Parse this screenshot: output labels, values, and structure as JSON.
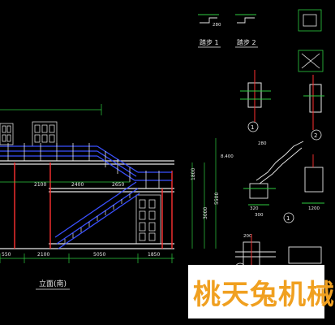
{
  "drawing": {
    "elevation_title": "立面(南)",
    "step_detail_1": "踏步 1",
    "step_detail_2": "踏步 2",
    "section_markers": [
      "1",
      "2",
      "1",
      "2"
    ],
    "dims_bottom": [
      "550",
      "2100",
      "5050",
      "1850"
    ],
    "dims_upper": [
      "2100",
      "2400",
      "2650"
    ],
    "dims_vertical": [
      "1800",
      "3000",
      "5500"
    ],
    "dims_detail": [
      "280",
      "320",
      "1200",
      "300",
      "200",
      "280",
      "8.400"
    ],
    "colors": {
      "background": "#000000",
      "stair_blue": "#3a50ff",
      "rail_white": "#e8e8e8",
      "dim_green": "#2ecc40",
      "dim_cyan": "#00d8d8",
      "label_red": "#ff3030",
      "text_yellow": "#ffff40",
      "dim_magenta": "#ff40ff"
    }
  },
  "watermark": {
    "text": "桃天兔机械"
  }
}
